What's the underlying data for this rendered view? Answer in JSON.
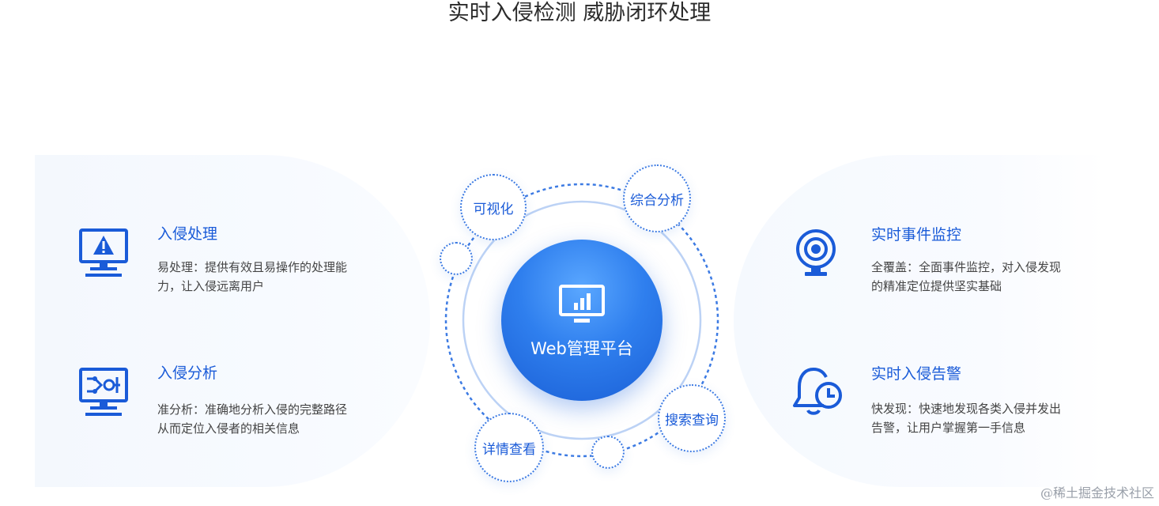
{
  "title": "实时入侵检测 威胁闭环处理",
  "left_features": [
    {
      "title": "入侵处理",
      "desc": "易处理：提供有效且易操作的处理能力，让入侵远离用户",
      "icon": "warning-monitor-icon"
    },
    {
      "title": "入侵分析",
      "desc": "准分析：准确地分析入侵的完整路径从而定位入侵者的相关信息",
      "icon": "analysis-monitor-icon"
    }
  ],
  "right_features": [
    {
      "title": "实时事件监控",
      "desc": "全覆盖：全面事件监控，对入侵发现的精准定位提供坚实基础",
      "icon": "webcam-icon"
    },
    {
      "title": "实时入侵告警",
      "desc": "快发现：快速地发现各类入侵并发出告警，让用户掌握第一手信息",
      "icon": "bell-clock-icon"
    }
  ],
  "center": {
    "label": "Web管理平台",
    "icon": "chart-monitor-icon",
    "bubbles": [
      "可视化",
      "综合分析",
      "搜索查询",
      "详情查看"
    ]
  },
  "watermark": "@稀土掘金技术社区",
  "colors": {
    "accent": "#1a5bd8",
    "core_light": "#5aa7ff",
    "core_dark": "#1a5fd6"
  }
}
